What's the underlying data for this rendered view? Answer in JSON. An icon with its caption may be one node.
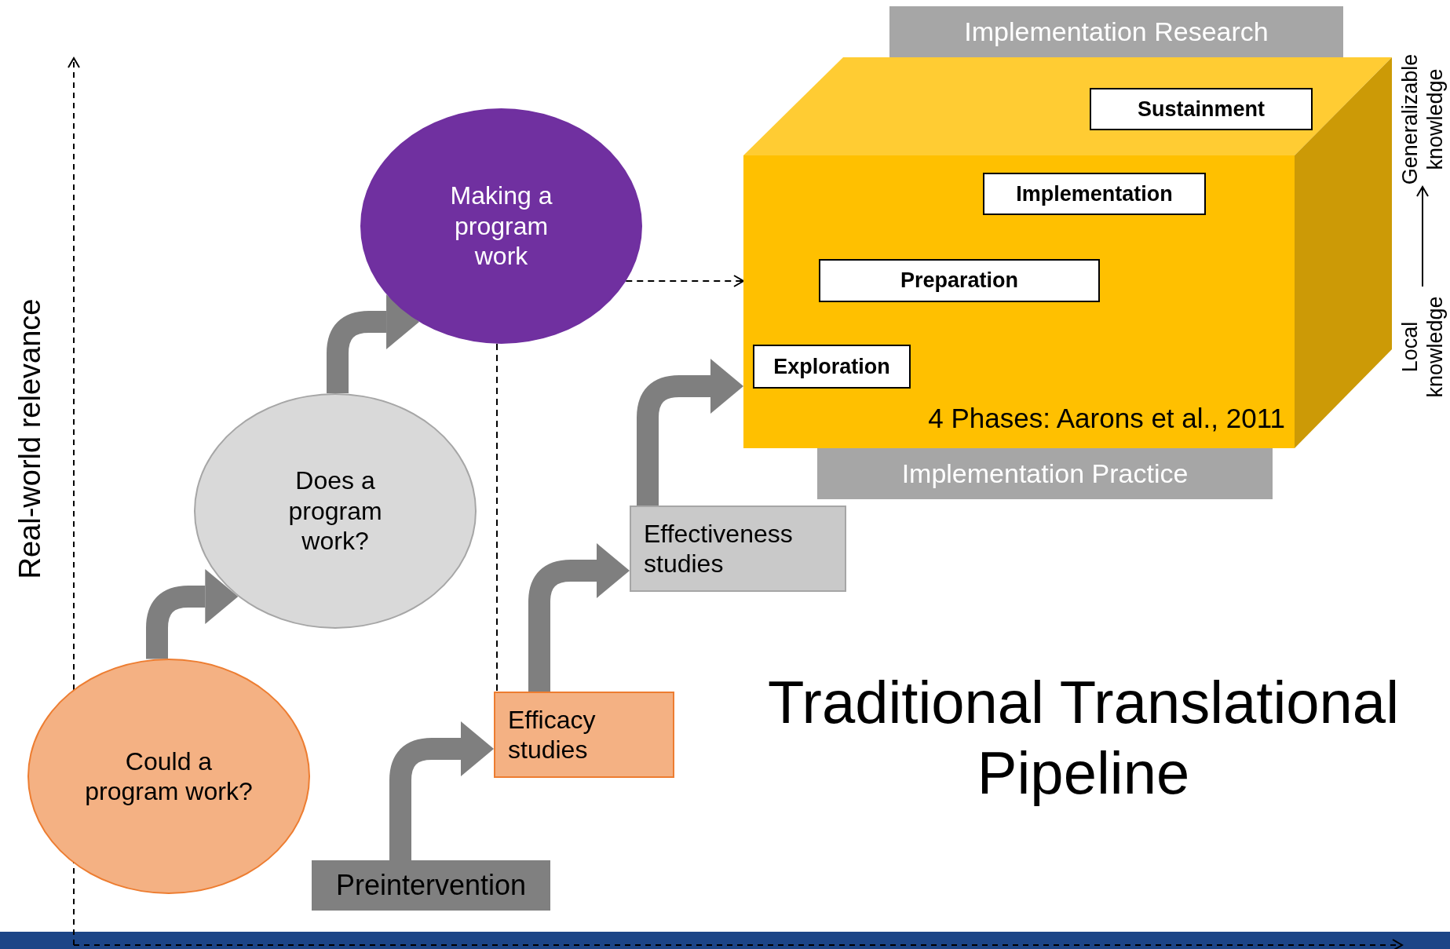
{
  "diagram": {
    "nodes": [
      {
        "text": [
          "Could a program work?"
        ]
      },
      {
        "text": [
          "Does a program work?"
        ]
      },
      {
        "text": [
          "Making a program work"
        ]
      },
      {
        "text": [
          "Preintervention"
        ]
      },
      {
        "text": [
          "Efficacy studies"
        ]
      },
      {
        "text": [
          "Effectiveness studies"
        ]
      },
      {
        "text": [
          "4 Phases: Aarons et al., 2011"
        ]
      },
      {
        "text": [
          "Sustainment"
        ]
      },
      {
        "text": [
          "Implementation"
        ],
        "in": 6
      },
      {
        "text": [
          "Preparation"
        ],
        "in": 6
      },
      {
        "text": [
          "Exploration"
        ],
        "in": 6
      },
      {
        "text": [
          "Implementation Research"
        ]
      },
      {
        "text": [
          "Implementation Practice"
        ]
      }
    ],
    "edges": [
      {
        "from": 0,
        "to": 1,
        "arrow": "to"
      },
      {
        "from": 1,
        "to": 2,
        "arrow": "to"
      },
      {
        "from": 3,
        "to": 4,
        "arrow": "to"
      },
      {
        "from": 4,
        "to": 5,
        "arrow": "to"
      },
      {
        "from": 5,
        "to": 6,
        "arrow": "to"
      },
      {
        "from": 2,
        "to": 6,
        "arrow": "to",
        "style": "dashed",
        "color": "#000000"
      },
      {
        "from": 2,
        "to": 4,
        "arrow": "none",
        "style": "dashed",
        "color": "#000000"
      }
    ],
    "labels": [
      "Generalizable knowledge",
      "Real-world relevance",
      "Local knowledge",
      "Traditional Translational Pipeline"
    ]
  }
}
